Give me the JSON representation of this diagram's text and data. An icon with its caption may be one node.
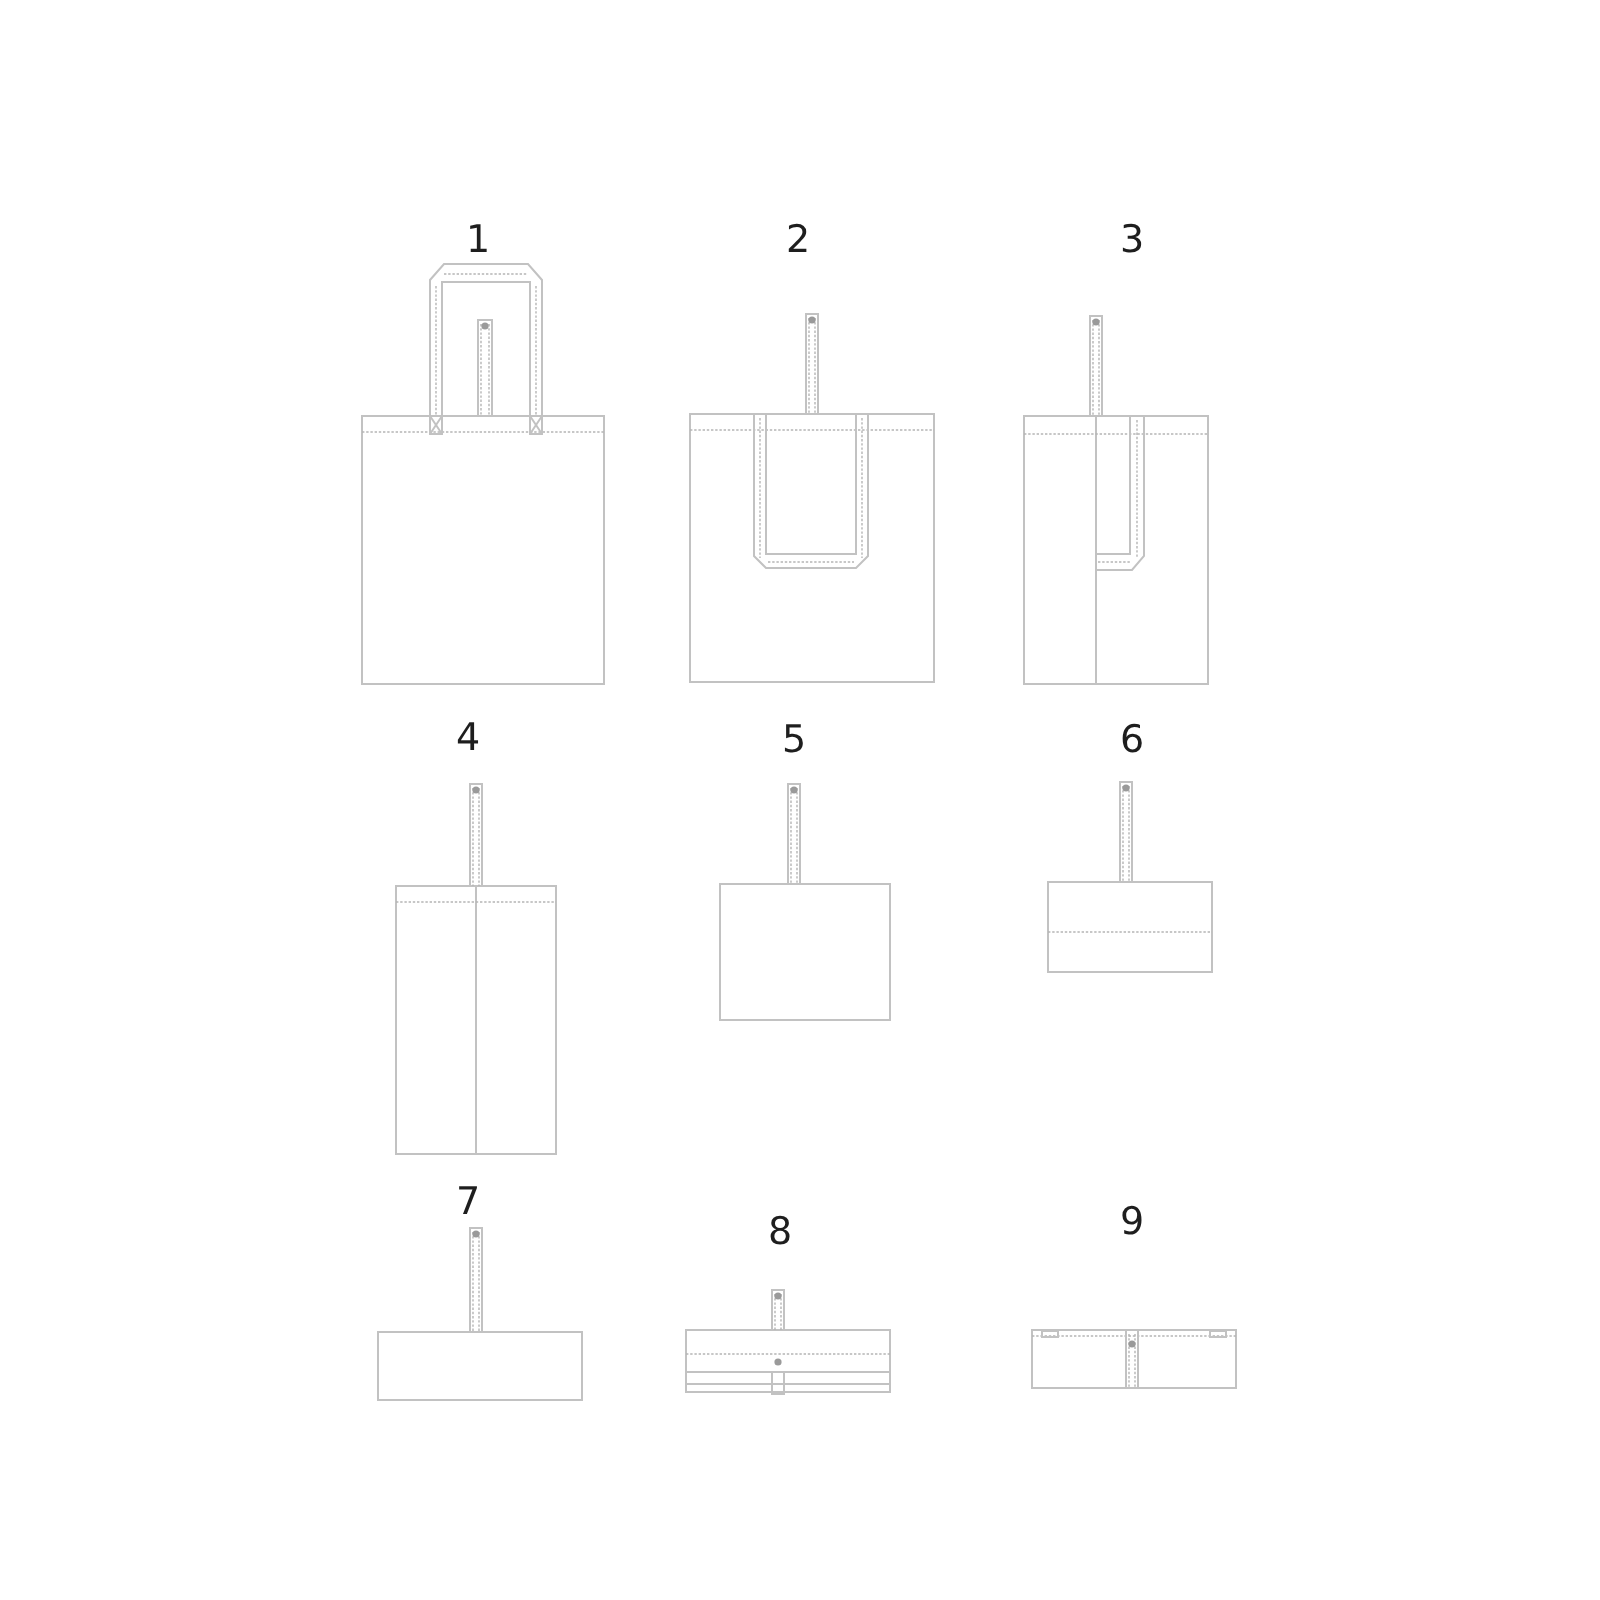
{
  "diagram": {
    "labels": [
      "1",
      "2",
      "3",
      "4",
      "5",
      "6",
      "7",
      "8",
      "9"
    ]
  }
}
